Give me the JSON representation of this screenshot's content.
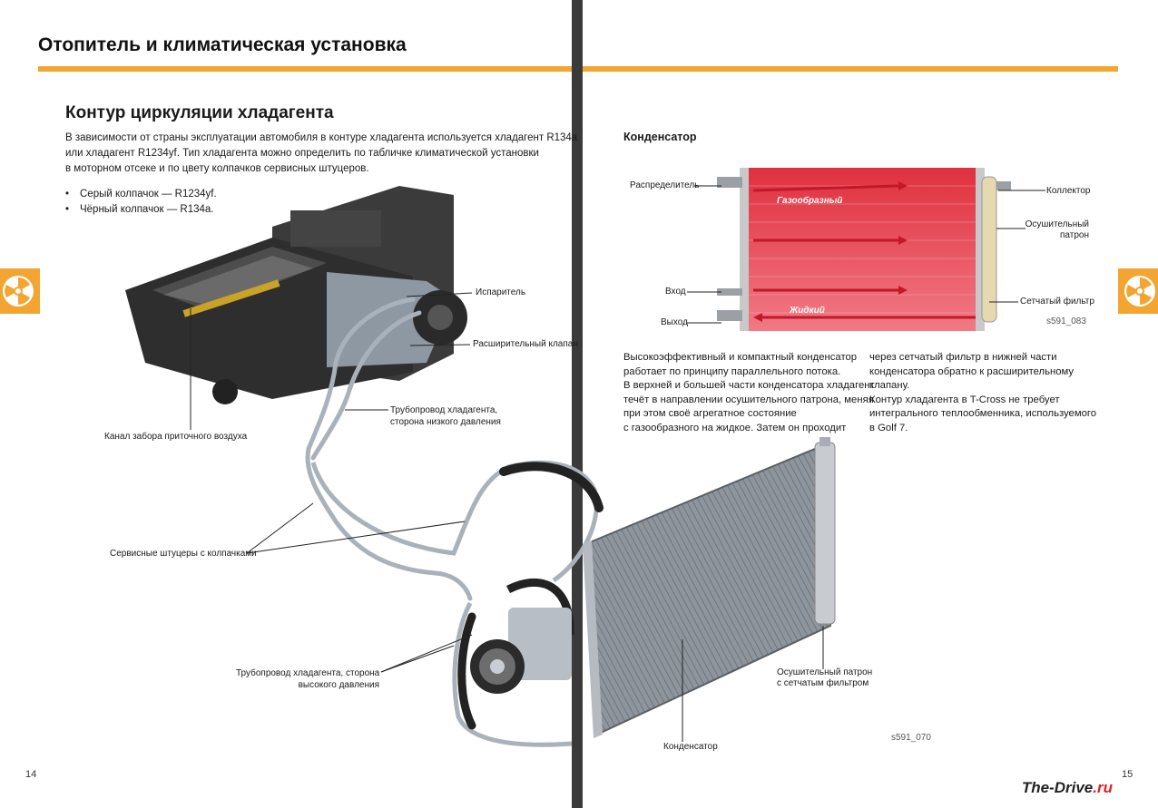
{
  "header": {
    "title": "Отопитель и климатическая установка",
    "accent_color": "#f2a531"
  },
  "left_page": {
    "heading": "Контур циркуляции хладагента",
    "intro_lines": [
      "В зависимости от страны эксплуатации автомобиля в контуре хладагента используется хладагент R134a",
      "или хладагент R1234yf. Тип хладагента можно определить по табличке климатической установки",
      "в моторном отсеке и по цвету колпачков сервисных штуцеров."
    ],
    "bullets": [
      "Серый колпачок — R1234yf.",
      "Чёрный колпачок — R134a."
    ],
    "labels": {
      "evaporator": "Испаритель",
      "expansion_valve": "Расширительный клапан",
      "low_pressure_line_1": "Трубопровод хладагента,",
      "low_pressure_line_2": "сторона низкого давления",
      "air_intake": "Канал забора приточного воздуха",
      "service_ports": "Сервисные штуцеры с колпачками",
      "high_pressure_line_1": "Трубопровод хладагента, сторона",
      "high_pressure_line_2": "высокого давления"
    },
    "page_number": "14"
  },
  "right_page": {
    "heading": "Конденсатор",
    "diagram": {
      "distributor": "Распределитель",
      "collector": "Коллектор",
      "dryer_1": "Осушительный",
      "dryer_2": "патрон",
      "inlet": "Вход",
      "outlet": "Выход",
      "strainer": "Сетчатый фильтр",
      "gaseous": "Газообразный",
      "liquid": "Жидкий",
      "code": "s591_083"
    },
    "text_col1": [
      "Высокоэффективный и компактный конденсатор",
      "работает по принципу параллельного потока.",
      "В верхней и большей части конденсатора хладагент",
      "течёт в направлении осушительного патрона, меняя",
      "при этом своё агрегатное состояние",
      "с газообразного на жидкое. Затем он проходит"
    ],
    "text_col2": [
      "через сетчатый фильтр в нижней части",
      "конденсатора обратно к расширительному",
      "клапану.",
      "Контур хладагента в T-Cross не требует",
      "интегрального теплообменника, используемого",
      "в Golf 7."
    ],
    "photo_labels": {
      "dryer_filter_1": "Осушительный патрон",
      "dryer_filter_2": "с сетчатым фильтром",
      "condenser": "Конденсатор",
      "code": "s591_070"
    },
    "page_number": "15"
  },
  "watermark": {
    "brand": "The-Drive",
    "tld": ".ru"
  }
}
